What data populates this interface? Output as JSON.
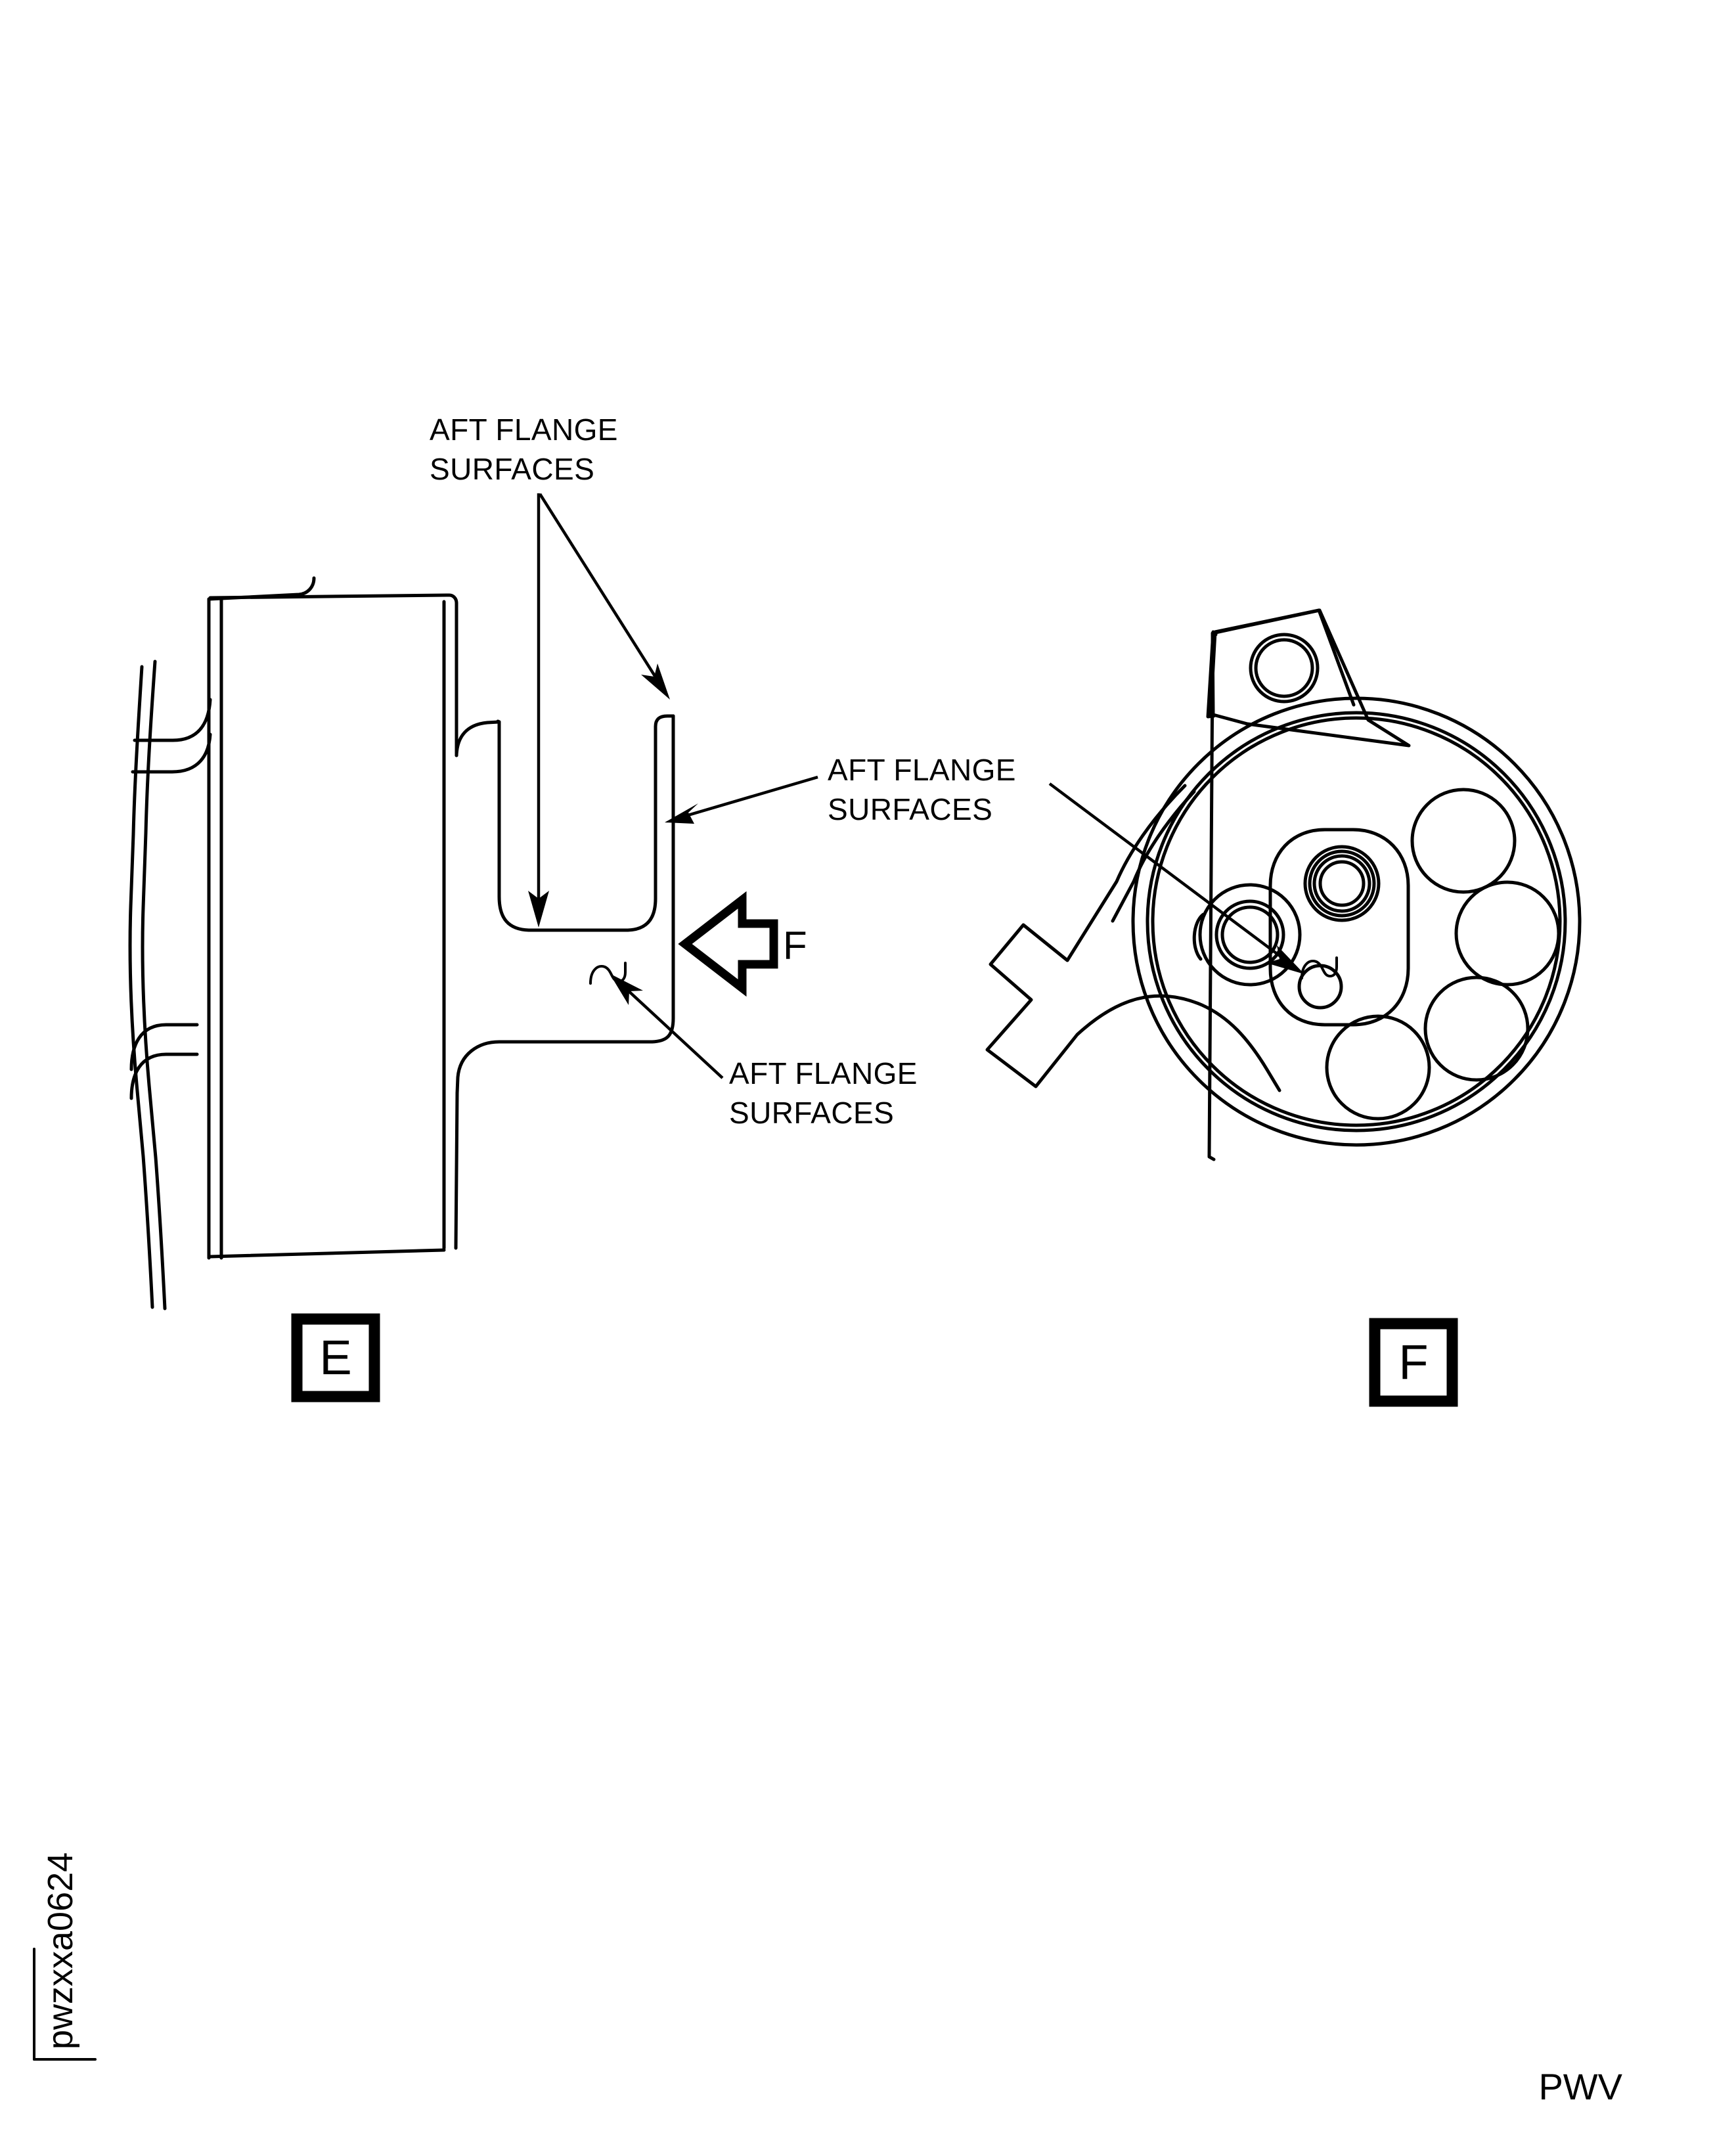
{
  "document": {
    "type": "engineering-drawing",
    "sheet_background": "#ffffff",
    "line_color": "#000000"
  },
  "callouts": [
    {
      "id": "callout-top-left",
      "line1": "AFT FLANGE",
      "line2": "SURFACES",
      "leaders": 2
    },
    {
      "id": "callout-middle-right",
      "line1": "AFT FLANGE",
      "line2": "SURFACES",
      "leaders": 2
    },
    {
      "id": "callout-bottom",
      "line1": "AFT FLANGE",
      "line2": "SURFACES",
      "leaders": 1
    }
  ],
  "view_direction": {
    "label": "F",
    "arrow": "left-arrow-icon"
  },
  "views": [
    {
      "id": "view-e",
      "letter": "E",
      "description": "side section view"
    },
    {
      "id": "view-f",
      "letter": "F",
      "description": "aft end view"
    }
  ],
  "corner_id": "pwzxxa0624",
  "footer_id": "PWV"
}
